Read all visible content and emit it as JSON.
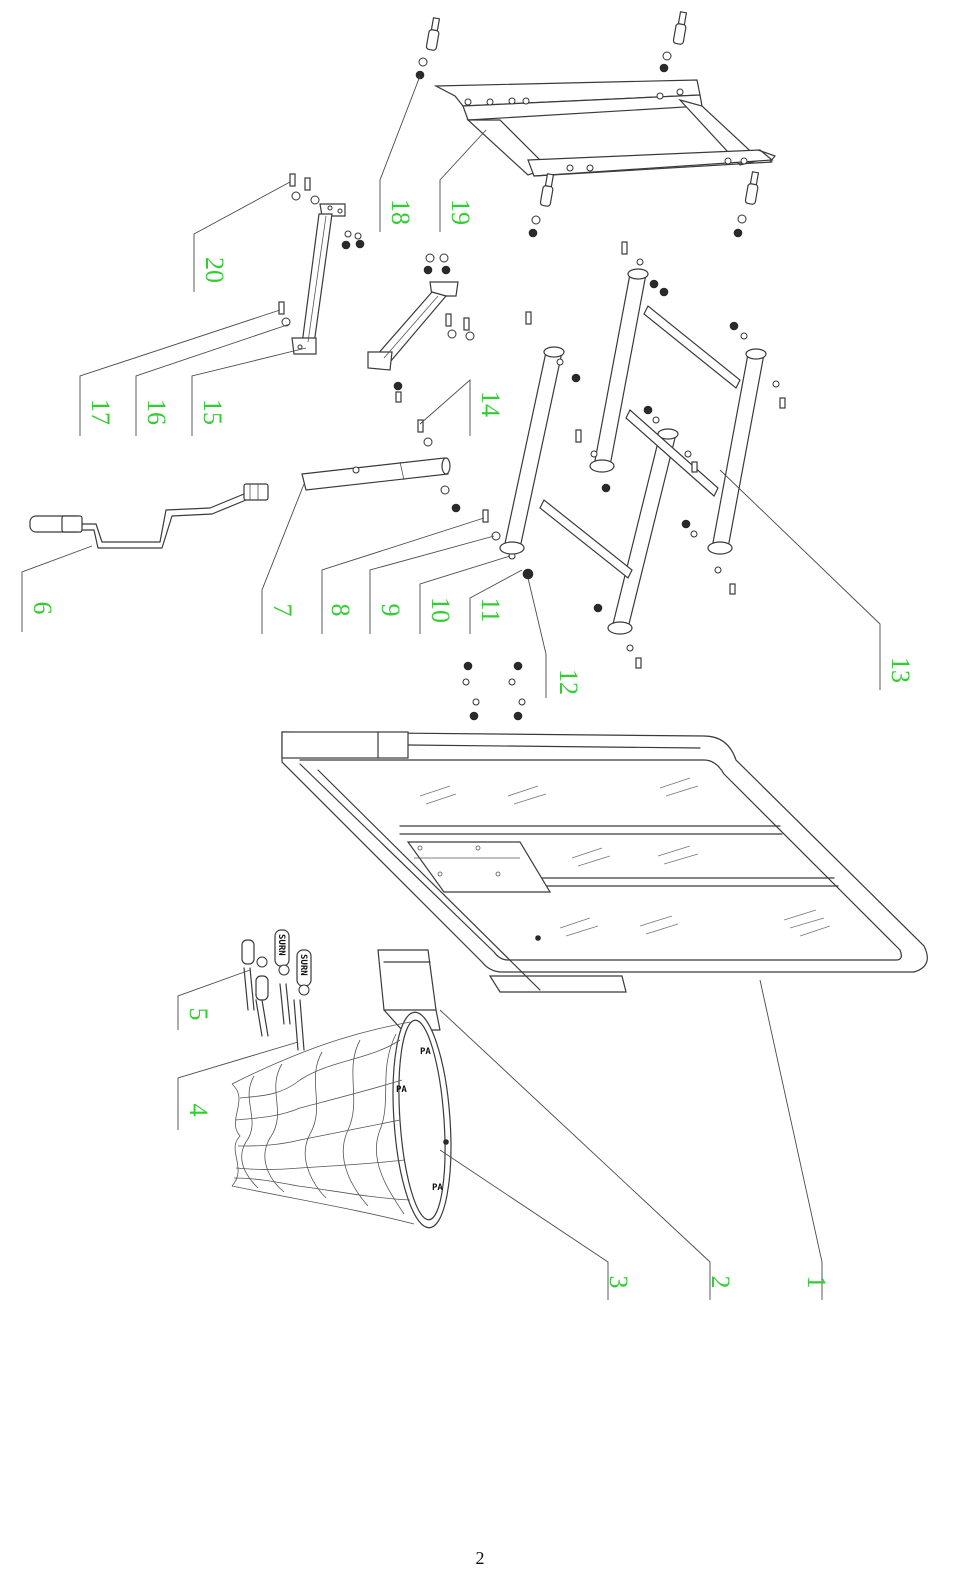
{
  "diagram": {
    "callouts": [
      {
        "id": 1,
        "label": "1"
      },
      {
        "id": 2,
        "label": "2"
      },
      {
        "id": 3,
        "label": "3"
      },
      {
        "id": 4,
        "label": "4"
      },
      {
        "id": 5,
        "label": "5"
      },
      {
        "id": 6,
        "label": "6"
      },
      {
        "id": 7,
        "label": "7"
      },
      {
        "id": 8,
        "label": "8"
      },
      {
        "id": 9,
        "label": "9"
      },
      {
        "id": 10,
        "label": "10"
      },
      {
        "id": 11,
        "label": "11"
      },
      {
        "id": 12,
        "label": "12"
      },
      {
        "id": 13,
        "label": "13"
      },
      {
        "id": 14,
        "label": "14"
      },
      {
        "id": 15,
        "label": "15"
      },
      {
        "id": 16,
        "label": "16"
      },
      {
        "id": 17,
        "label": "17"
      },
      {
        "id": 18,
        "label": "18"
      },
      {
        "id": 19,
        "label": "19"
      },
      {
        "id": 20,
        "label": "20"
      }
    ],
    "callout_color": "#33cc33",
    "line_color": "#3a3a3a"
  },
  "page": {
    "number": "2"
  }
}
